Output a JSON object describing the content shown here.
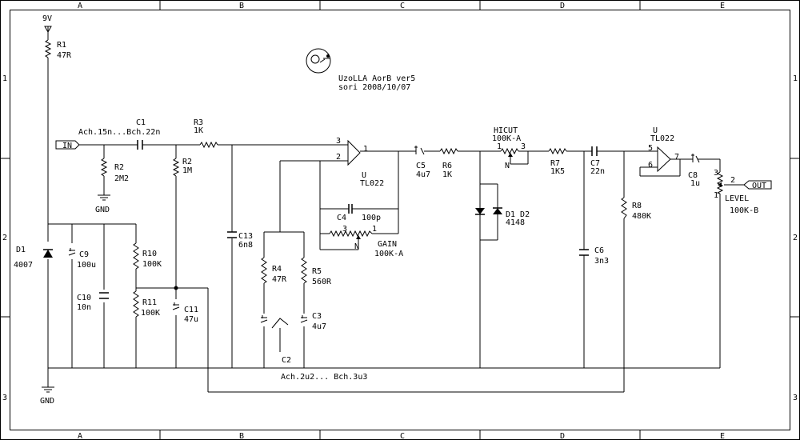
{
  "title_block": {
    "name": "UzoLLA AorB ver5",
    "author_date": "sori 2008/10/07"
  },
  "grid": {
    "columns": [
      "A",
      "B",
      "C",
      "D",
      "E"
    ],
    "rows": [
      "1",
      "2",
      "3"
    ]
  },
  "power": {
    "supply": "9V",
    "ground_top": "GND",
    "ground_bottom": "GND"
  },
  "ports": {
    "input": "IN",
    "output": "OUT"
  },
  "components": {
    "r1": {
      "ref": "R1",
      "value": "47R"
    },
    "r2a": {
      "ref": "R2",
      "value": "2M2"
    },
    "r2b": {
      "ref": "R2",
      "value": "1M"
    },
    "r3": {
      "ref": "R3",
      "value": "1K"
    },
    "r4": {
      "ref": "R4",
      "value": "47R"
    },
    "r5": {
      "ref": "R5",
      "value": "560R"
    },
    "r6": {
      "ref": "R6",
      "value": "1K"
    },
    "r7": {
      "ref": "R7",
      "value": "1K5"
    },
    "r8": {
      "ref": "R8",
      "value": "480K"
    },
    "r10": {
      "ref": "R10",
      "value": "100K"
    },
    "r11": {
      "ref": "R11",
      "value": "100K"
    },
    "c1": {
      "ref": "C1",
      "value": "Ach.15n...Bch.22n"
    },
    "c2": {
      "ref": "C2",
      "value": "Ach.2u2...  Bch.3u3"
    },
    "c3": {
      "ref": "C3",
      "value": "4u7"
    },
    "c4": {
      "ref": "C4",
      "value": "100p"
    },
    "c5": {
      "ref": "C5",
      "value": "4u7"
    },
    "c6": {
      "ref": "C6",
      "value": "3n3"
    },
    "c7": {
      "ref": "C7",
      "value": "22n"
    },
    "c8": {
      "ref": "C8",
      "value": "1u"
    },
    "c9": {
      "ref": "C9",
      "value": "100u"
    },
    "c10": {
      "ref": "C10",
      "value": "10n"
    },
    "c11": {
      "ref": "C11",
      "value": "47u"
    },
    "c13": {
      "ref": "C13",
      "value": "6n8"
    },
    "d1": {
      "ref": "D1",
      "value": "4007"
    },
    "d12": {
      "ref": "D1 D2",
      "value": "4148"
    },
    "u1": {
      "ref": "U",
      "value": "TL022"
    },
    "u2": {
      "ref": "U",
      "value": "TL022"
    },
    "gain": {
      "ref": "GAIN",
      "value": "100K-A"
    },
    "hicut": {
      "ref": "HICUT",
      "value": "100K-A"
    },
    "level": {
      "ref": "LEVEL",
      "value": "100K-B"
    }
  },
  "pins": {
    "u1_in_plus": "3",
    "u1_in_minus": "2",
    "u1_out": "1",
    "u2_in_plus": "5",
    "u2_in_minus": "6",
    "u2_out": "7",
    "gain_1": "1",
    "gain_3": "3",
    "gain_n": "N",
    "hicut_1": "1",
    "hicut_3": "3",
    "hicut_n": "N",
    "level_1": "1",
    "level_2": "2",
    "level_3": "3"
  }
}
